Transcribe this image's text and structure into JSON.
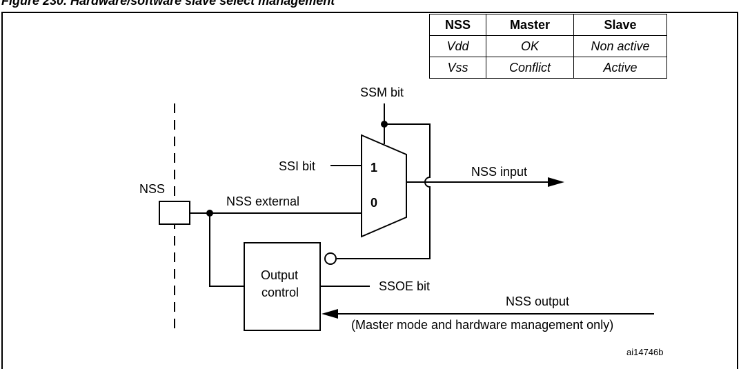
{
  "figure": {
    "title": "Figure 230. Hardware/software slave select management",
    "ref_id": "ai14746b"
  },
  "table": {
    "headers": [
      "NSS",
      "Master",
      "Slave"
    ],
    "rows": [
      [
        "Vdd",
        "OK",
        "Non active"
      ],
      [
        "Vss",
        "Conflict",
        "Active"
      ]
    ]
  },
  "labels": {
    "ssm_bit": "SSM bit",
    "ssi_bit": "SSI bit",
    "nss_input": "NSS input",
    "nss_pin": "NSS",
    "nss_external": "NSS external",
    "mux_in1": "1",
    "mux_in0": "0",
    "output_control_line1": "Output",
    "output_control_line2": "control",
    "ssoe_bit": "SSOE bit",
    "nss_output": "NSS output",
    "nss_output_note": "(Master mode and  hardware management only)"
  }
}
